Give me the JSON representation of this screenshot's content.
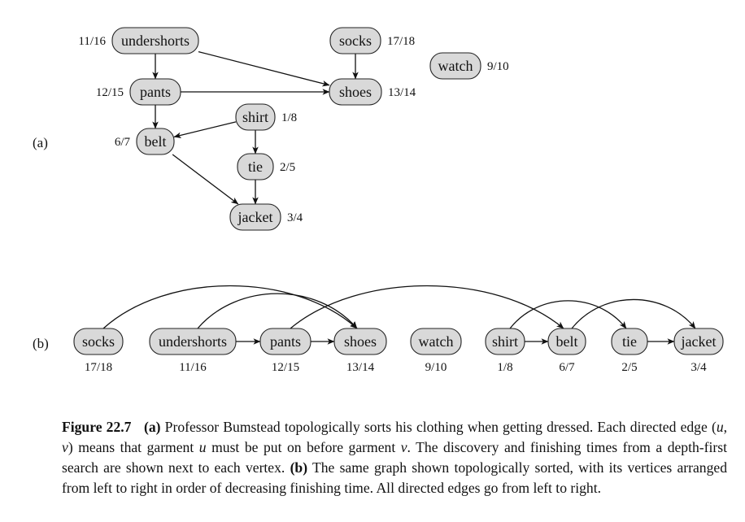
{
  "figure": {
    "label_a": "(a)",
    "label_b": "(b)",
    "nodes": [
      {
        "id": "undershorts",
        "label": "undershorts",
        "time": "11/16"
      },
      {
        "id": "pants",
        "label": "pants",
        "time": "12/15"
      },
      {
        "id": "belt",
        "label": "belt",
        "time": "6/7"
      },
      {
        "id": "shirt",
        "label": "shirt",
        "time": "1/8"
      },
      {
        "id": "tie",
        "label": "tie",
        "time": "2/5"
      },
      {
        "id": "jacket",
        "label": "jacket",
        "time": "3/4"
      },
      {
        "id": "socks",
        "label": "socks",
        "time": "17/18"
      },
      {
        "id": "shoes",
        "label": "shoes",
        "time": "13/14"
      },
      {
        "id": "watch",
        "label": "watch",
        "time": "9/10"
      }
    ],
    "edges": [
      [
        "undershorts",
        "pants"
      ],
      [
        "undershorts",
        "shoes"
      ],
      [
        "pants",
        "shoes"
      ],
      [
        "pants",
        "belt"
      ],
      [
        "socks",
        "shoes"
      ],
      [
        "shirt",
        "belt"
      ],
      [
        "shirt",
        "tie"
      ],
      [
        "tie",
        "jacket"
      ],
      [
        "belt",
        "jacket"
      ]
    ],
    "sorted_order": [
      "socks",
      "undershorts",
      "pants",
      "shoes",
      "watch",
      "shirt",
      "belt",
      "tie",
      "jacket"
    ]
  },
  "caption": {
    "figure_num": "Figure 22.7",
    "part_a": "(a)",
    "text_a_1": " Professor Bumstead topologically sorts his clothing when getting dressed. Each directed edge ",
    "edge_notation_open": "(",
    "var_u": "u",
    "edge_notation_sep": ", ",
    "var_v": "v",
    "edge_notation_close": ")",
    "text_a_2": " means that garment ",
    "var_u2": "u",
    "text_a_3": " must be put on before garment ",
    "var_v2": "v",
    "text_a_4": ". The discovery and finishing times from a depth-first search are shown next to each vertex. ",
    "part_b": "(b)",
    "text_b": " The same graph shown topologically sorted, with its vertices arranged from left to right in order of decreasing finishing time. All directed edges go from left to right."
  }
}
